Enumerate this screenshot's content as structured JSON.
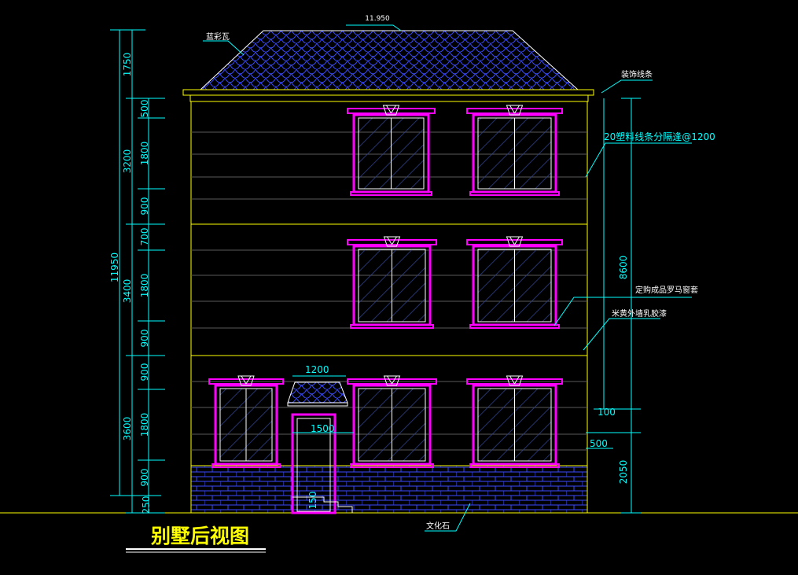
{
  "title": "别墅后视图",
  "elevation_top": "11.950",
  "colors": {
    "background": "#000000",
    "cyan": "#00ffff",
    "yellow": "#ffff00",
    "magenta": "#ff00ff",
    "blue": "#3b4cff",
    "white": "#ffffff",
    "title": "#ffff00"
  },
  "annotations": {
    "roof_tile": "蓝彩瓦",
    "decor_line": "装饰线条",
    "plastic_strip": "20塑料线条分隔逢@1200",
    "roman_window": "定购成品罗马窗套",
    "paint": "米黄外墙乳胶漆",
    "culture_stone": "文化石"
  },
  "dims_left_total": "11950",
  "dims_left_mid": [
    "1750",
    "3200",
    "3400",
    "3600",
    "250"
  ],
  "dims_left_inner": [
    "500",
    "1800",
    "900",
    "700",
    "1800",
    "900",
    "900",
    "1800",
    "900"
  ],
  "dims_right": [
    "8600",
    "100",
    "500",
    "2050"
  ],
  "dims_door": [
    "1200",
    "1500",
    "150"
  ]
}
